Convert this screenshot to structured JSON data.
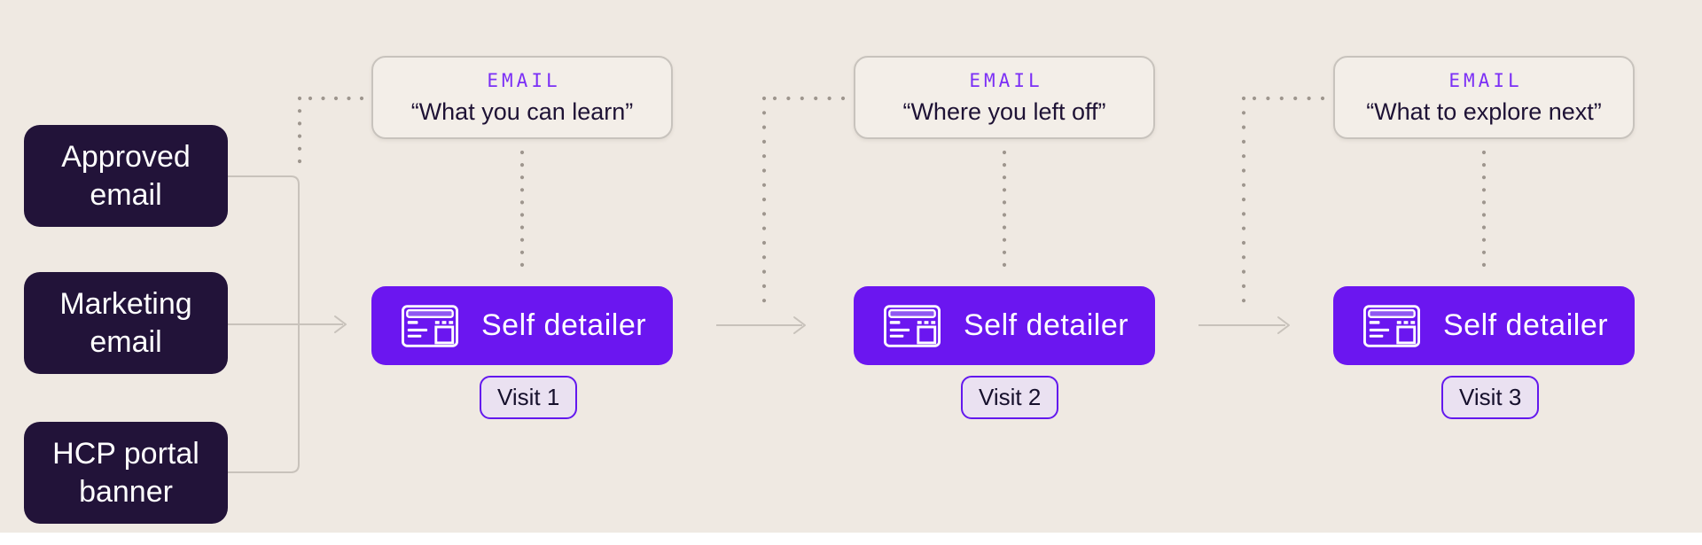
{
  "page": {
    "background_color": "#efe9e2",
    "bottom_strip_color": "#ffffff"
  },
  "colors": {
    "accent_purple": "#6b16f0",
    "email_label_purple": "#7b2ff6",
    "dark_box": "#221339",
    "text_dark_navy": "#1e1235",
    "text_white": "#ffffff",
    "email_card_bg": "#f3eee8",
    "email_card_border": "#c8c3bd",
    "visit_badge_bg": "#eae1f1",
    "visit_badge_border": "#6318ee",
    "solid_connector_gray": "#c8c2bb",
    "dotted_connector_gray": "#9e968e"
  },
  "sources": [
    {
      "line1": "Approved",
      "line2": "email"
    },
    {
      "line1": "Marketing",
      "line2": "email"
    },
    {
      "line1": "HCP portal",
      "line2": "banner"
    }
  ],
  "columns": [
    {
      "email_label": "EMAIL",
      "email_quote": "“What you can learn”",
      "detailer_label": "Self detailer",
      "visit_label": "Visit 1"
    },
    {
      "email_label": "EMAIL",
      "email_quote": "“Where you left off”",
      "detailer_label": "Self detailer",
      "visit_label": "Visit 2"
    },
    {
      "email_label": "EMAIL",
      "email_quote": "“What to explore next”",
      "detailer_label": "Self detailer",
      "visit_label": "Visit 3"
    }
  ],
  "icons": [
    {
      "name": "browser-window-icon",
      "meaning": "self detailer web page"
    }
  ]
}
